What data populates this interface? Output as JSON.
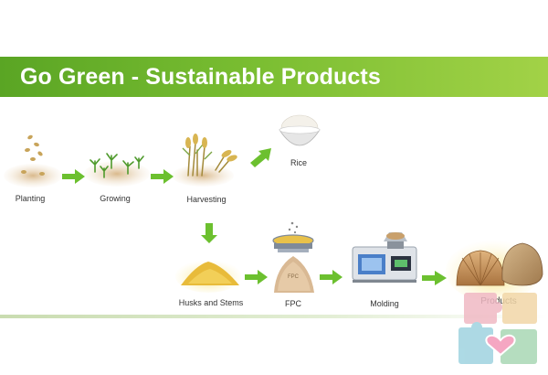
{
  "title": "Go Green - Sustainable Products",
  "stages": {
    "planting": "Planting",
    "growing": "Growing",
    "harvesting": "Harvesting",
    "rice": "Rice",
    "husks": "Husks and Stems",
    "fpc": "FPC",
    "fpc_bag_text": "FPC",
    "molding": "Molding",
    "products": "Products"
  },
  "colors": {
    "banner_green": "#79bd31",
    "arrow_green": "#6cc02f",
    "straw": "#e8b84a",
    "shell": "#b98a55"
  }
}
